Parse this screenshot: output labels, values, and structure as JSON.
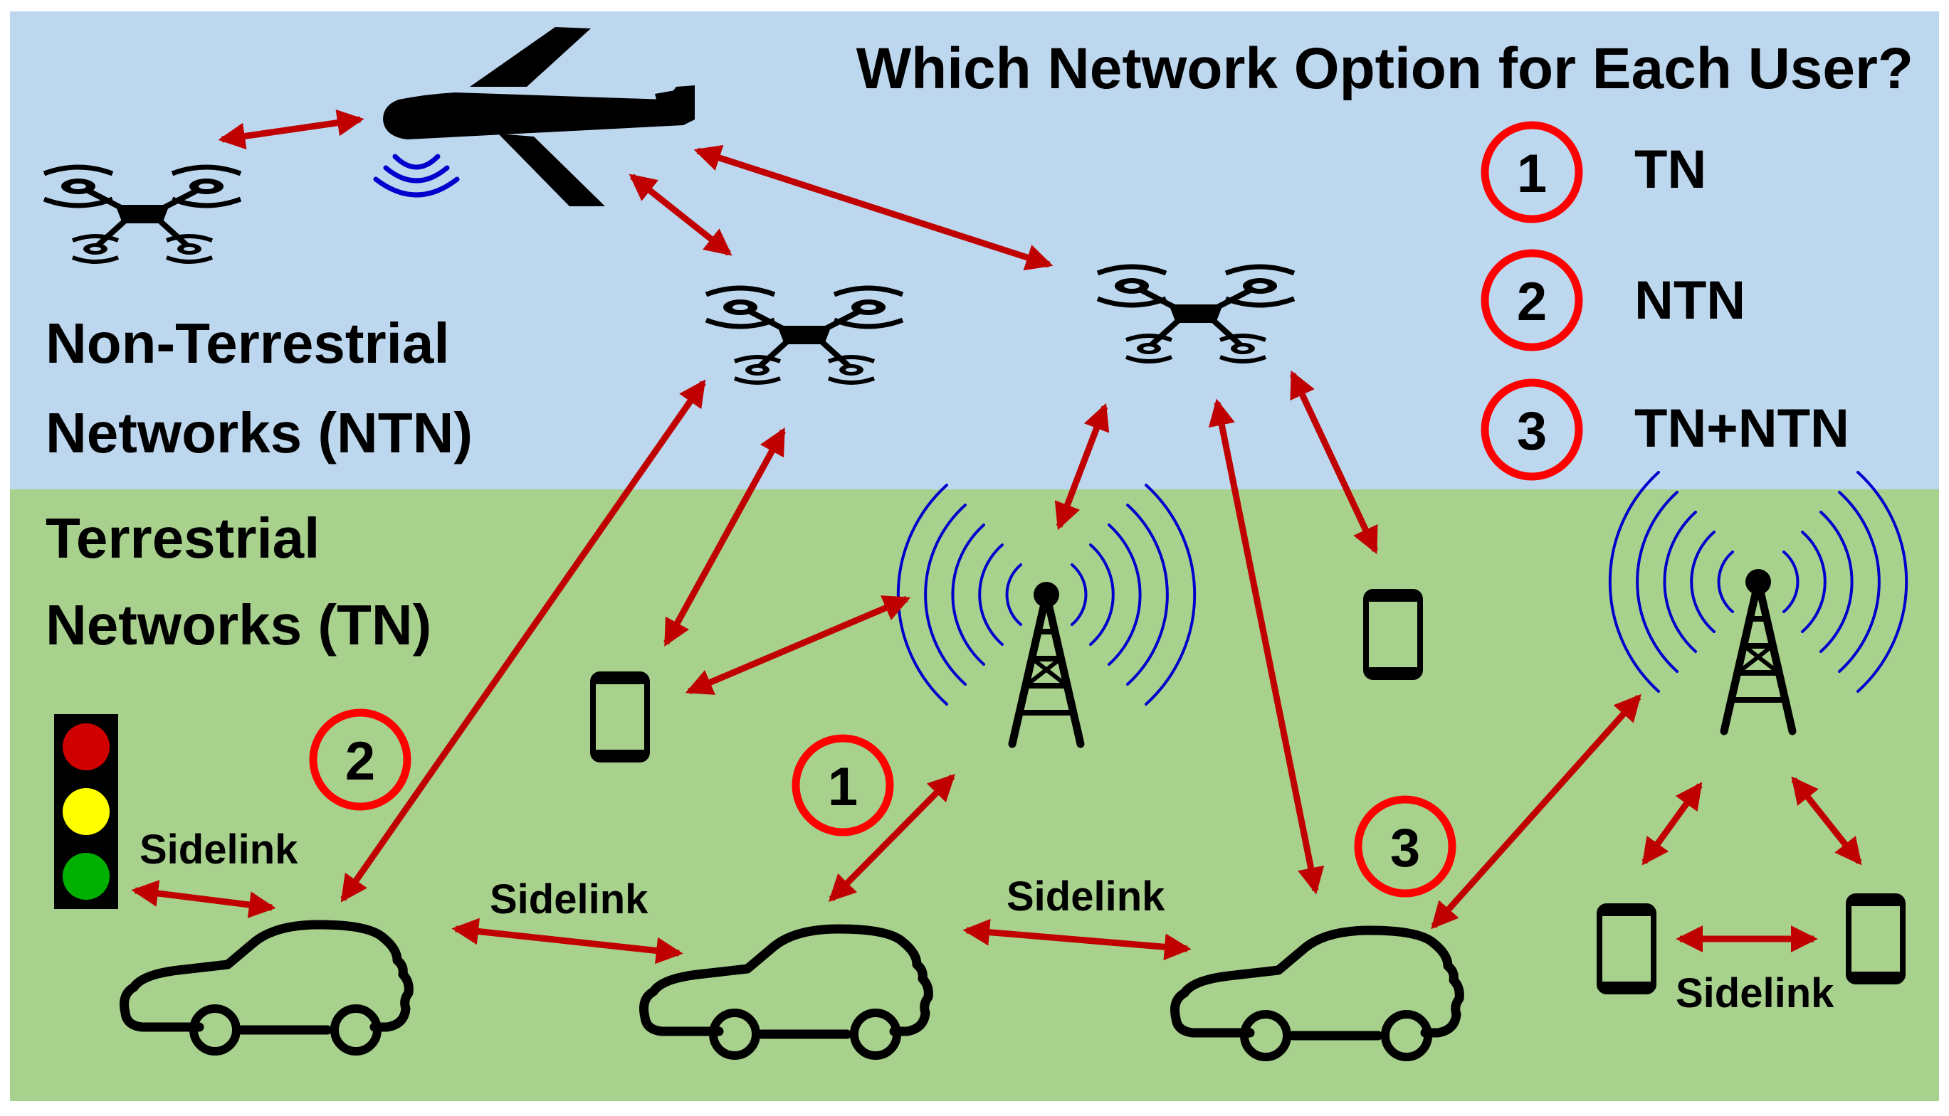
{
  "title": "Which Network Option for Each User?",
  "ntn_label": {
    "line1": "Non-Terrestrial",
    "line2": "Networks (NTN)"
  },
  "tn_label": {
    "line1": "Terrestrial",
    "line2": "Networks (TN)"
  },
  "legend": [
    {
      "number": "1",
      "label": "TN"
    },
    {
      "number": "2",
      "label": "NTN"
    },
    {
      "number": "3",
      "label": "TN+NTN"
    }
  ],
  "sidelink_labels": [
    "Sidelink",
    "Sidelink",
    "Sidelink",
    "Sidelink"
  ],
  "car_markers": [
    "2",
    "1",
    "3"
  ],
  "colors": {
    "sky": "#bdd7ee",
    "ground": "#a9d18e",
    "arrow": "#c00000",
    "marker_ring": "#ff0000",
    "signal_waves": "#0000cc",
    "traffic_red": "#d00000",
    "traffic_yellow": "#ffff00",
    "traffic_green": "#00b000"
  }
}
